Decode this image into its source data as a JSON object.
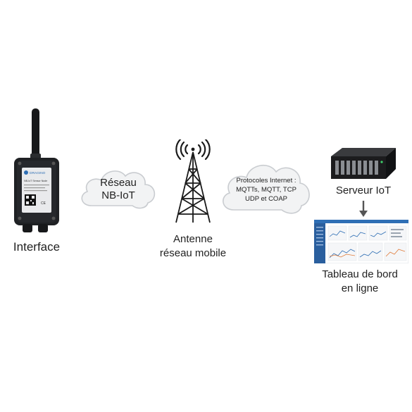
{
  "device": {
    "label": "Interface",
    "brand_text": "DRAGINO",
    "model_text": "NB-IoT Sensor Node",
    "plate_text": "CE"
  },
  "cloud_network": {
    "line1": "Réseau",
    "line2": "NB-IoT"
  },
  "antenna": {
    "line1": "Antenne",
    "line2": "réseau mobile"
  },
  "cloud_protocols": {
    "line1": "Protocoles Internet :",
    "line2": "MQTTs, MQTT, TCP",
    "line3": "UDP et COAP"
  },
  "server": {
    "label": "Serveur IoT"
  },
  "dashboard": {
    "line1": "Tableau de bord",
    "line2": "en ligne"
  },
  "colors": {
    "cloud_fill": "#f2f3f4",
    "cloud_stroke": "#c9ccd0",
    "tower": "#1a1a1a",
    "device_body": "#1f2124",
    "server_body": "#1c1c1e",
    "dashboard_nav": "#2f6fb5",
    "arrow": "#555555"
  }
}
